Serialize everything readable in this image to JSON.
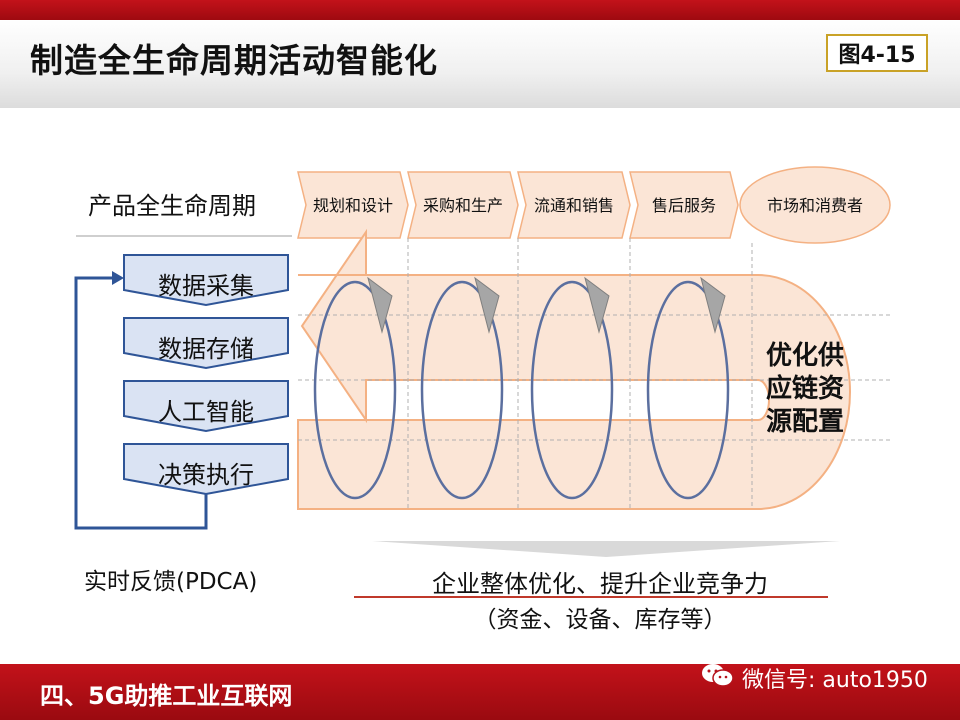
{
  "title": "制造全生命周期活动智能化",
  "figure_label": "图4-15",
  "lifecycle_label": "产品全生命周期",
  "stages": [
    "规划和设计",
    "采购和生产",
    "流通和销售",
    "售后服务",
    "市场和消费者"
  ],
  "steps": [
    "数据采集",
    "数据存储",
    "人工智能",
    "决策执行"
  ],
  "feedback_label": "实时反馈(PDCA)",
  "optimize_text": "优化供应链资源配置",
  "result_main": "企业整体优化、提升企业竞争力",
  "result_sub": "（资金、设备、库存等）",
  "footer": {
    "chapter": "四、5G助推工业互联网",
    "wechat": "微信号: auto1950",
    "wechat_icon": "wechat-icon"
  },
  "colors": {
    "accent_red": "#b5121b",
    "arrow_fill": "#fbe5d6",
    "arrow_stroke": "#f4b183",
    "step_fill": "#dae3f3",
    "step_stroke": "#2f5597",
    "loop_stroke": "#44546a",
    "frame_gold": "#c9a227"
  }
}
